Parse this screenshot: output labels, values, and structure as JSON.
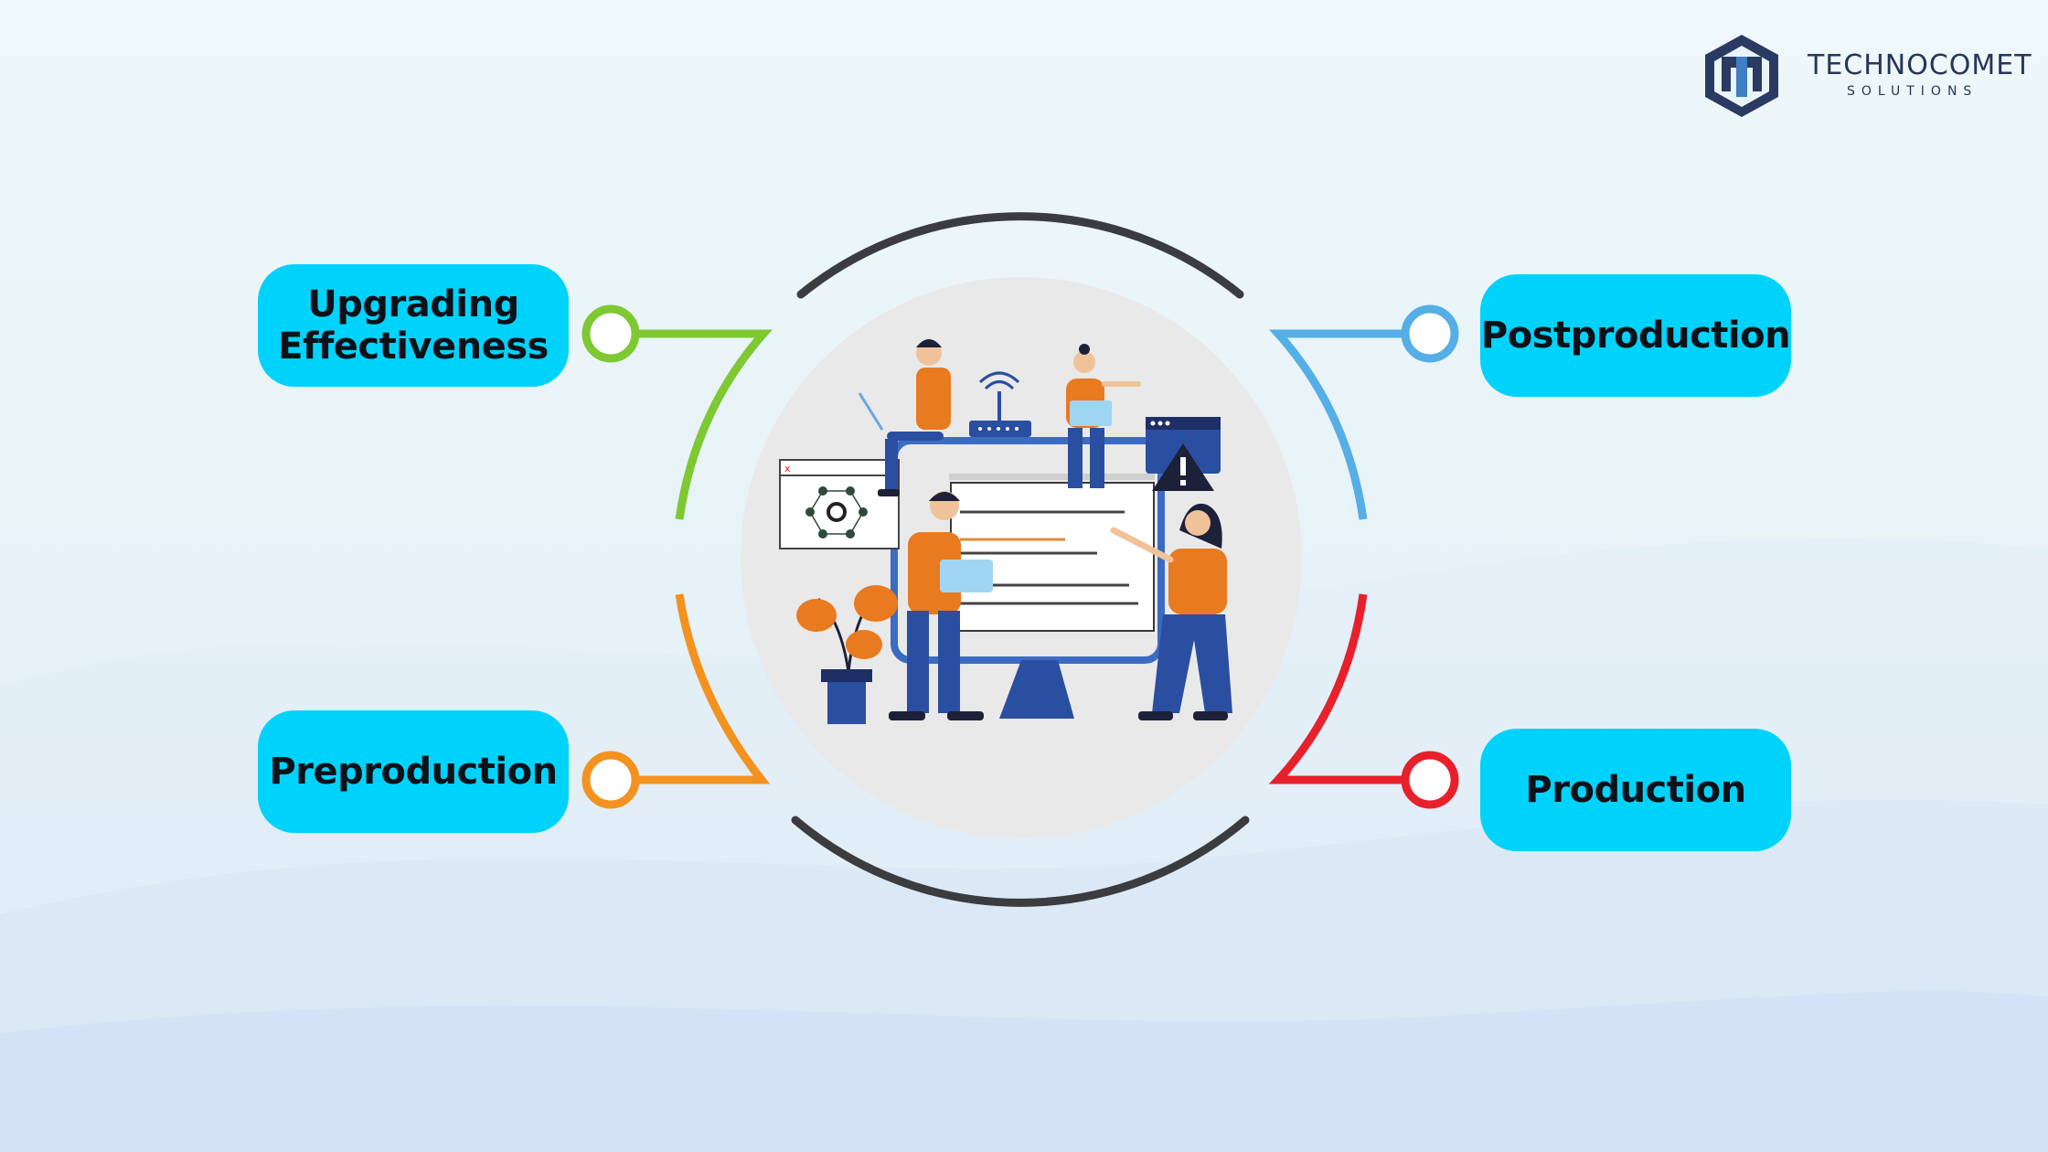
{
  "brand": {
    "name": "TECHNOCOMET",
    "sub": "SOLUTIONS",
    "icon": "technocomet-logo-icon"
  },
  "stages": {
    "top_left": "Upgrading\nEffectiveness",
    "bottom_left": "Preproduction",
    "top_right": "Postproduction",
    "bottom_right": "Production"
  },
  "colors": {
    "label_bg": "#00d3fb",
    "green": "#7ec832",
    "orange": "#f3921f",
    "blue": "#55aee6",
    "red": "#e8202b",
    "ring": "#3b3c3f",
    "hub": "#e9e9ea"
  },
  "illustration": {
    "icons": [
      "person-with-laptop-icon",
      "wifi-router-icon",
      "monitor-icon",
      "network-graph-icon",
      "warning-icon",
      "potted-plant-icon"
    ]
  }
}
